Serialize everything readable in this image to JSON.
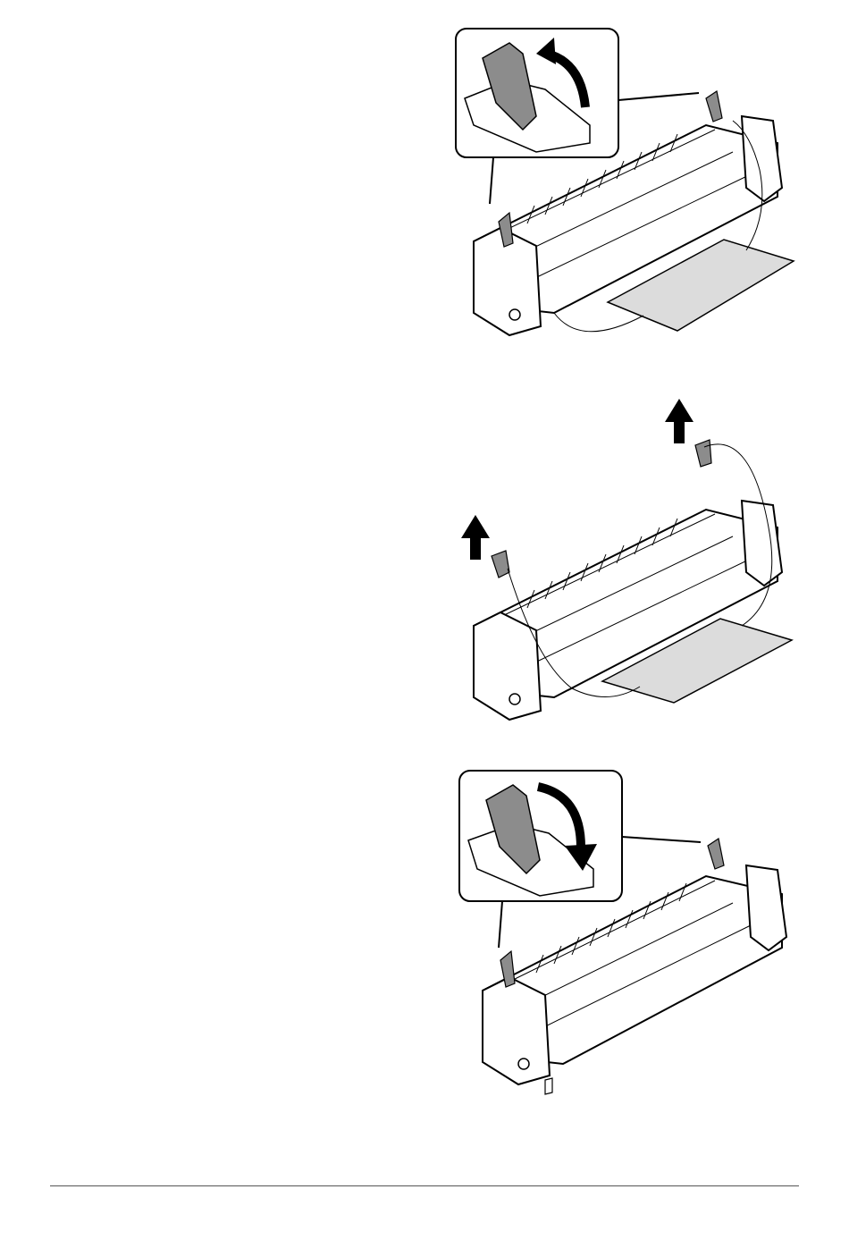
{
  "page": {
    "figures": [
      {
        "id": "fig-lift-levers",
        "arrow": "up-curved",
        "has_callout": true,
        "has_sheet": true
      },
      {
        "id": "fig-remove-pins",
        "arrow": "up-straight",
        "has_callout": false,
        "has_sheet": true
      },
      {
        "id": "fig-lower-levers",
        "arrow": "down-curved",
        "has_callout": true,
        "has_sheet": false
      }
    ]
  },
  "colors": {
    "line": "#000000",
    "shade": "#8c8c8c",
    "sheet": "#dcdcdc",
    "rule": "#555555"
  }
}
